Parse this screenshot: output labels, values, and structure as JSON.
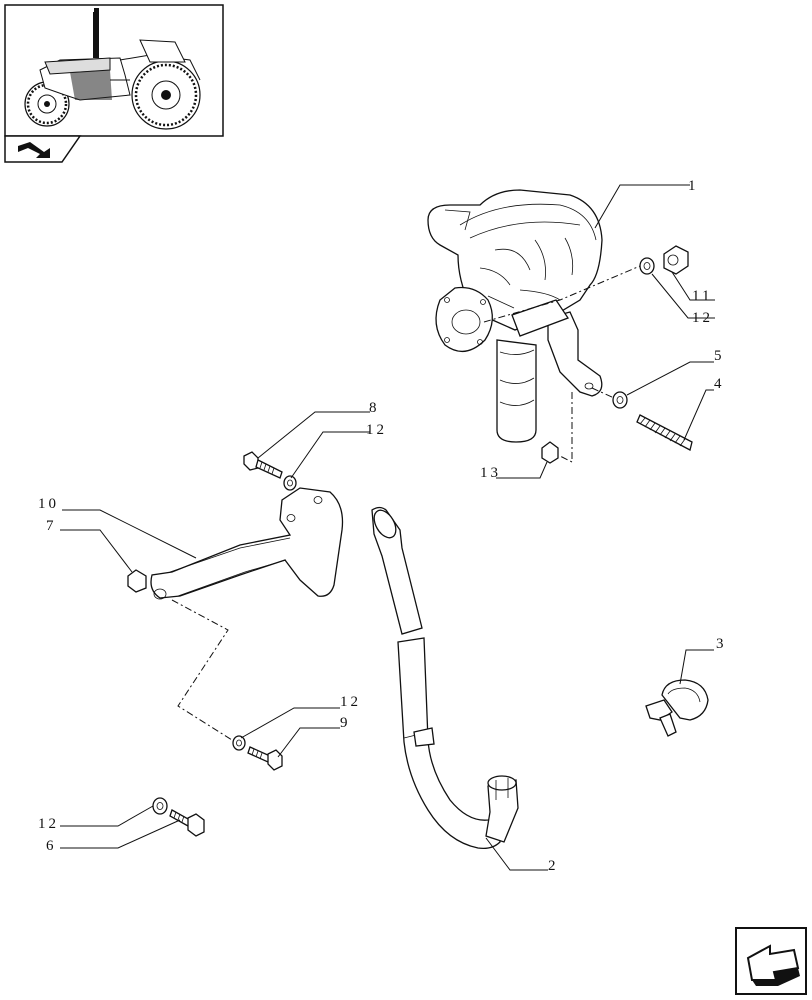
{
  "diagram": {
    "callouts": [
      {
        "id": "c1",
        "label": "1"
      },
      {
        "id": "c11",
        "label": "11"
      },
      {
        "id": "c12a",
        "label": "12"
      },
      {
        "id": "c5",
        "label": "5"
      },
      {
        "id": "c4",
        "label": "4"
      },
      {
        "id": "c13",
        "label": "13"
      },
      {
        "id": "c8",
        "label": "8"
      },
      {
        "id": "c12b",
        "label": "12"
      },
      {
        "id": "c10",
        "label": "10"
      },
      {
        "id": "c7",
        "label": "7"
      },
      {
        "id": "c3",
        "label": "3"
      },
      {
        "id": "c12c",
        "label": "12"
      },
      {
        "id": "c9",
        "label": "9"
      },
      {
        "id": "c12d",
        "label": "12"
      },
      {
        "id": "c6",
        "label": "6"
      },
      {
        "id": "c2",
        "label": "2"
      }
    ],
    "icons": {
      "thumbnail": "tractor-thumbnail-icon",
      "section_tab": "section-tab-icon",
      "nav": "next-page-arrow-icon"
    }
  }
}
